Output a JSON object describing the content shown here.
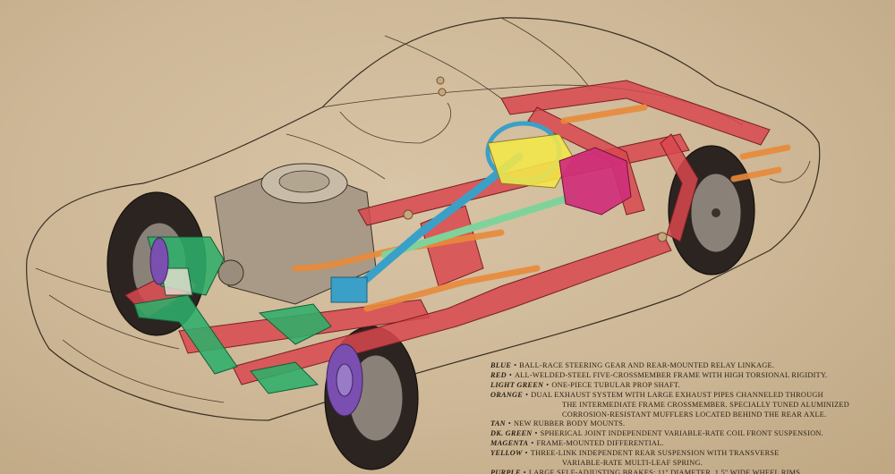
{
  "palette": {
    "background": "#cdb796",
    "line": "#3a2f24",
    "blue": "#3aa0c8",
    "red": "#d8484e",
    "light_green": "#7fd39a",
    "orange": "#e88a3a",
    "tan": "#c9a77c",
    "dark_green": "#2fae6a",
    "magenta": "#cf2f7a",
    "yellow": "#f2e64a",
    "purple": "#7a4fb0"
  },
  "legend": [
    {
      "key": "BLUE",
      "lines": [
        "BALL-RACE STEERING GEAR AND REAR-MOUNTED RELAY LINKAGE."
      ]
    },
    {
      "key": "RED",
      "lines": [
        "ALL-WELDED-STEEL FIVE-CROSSMEMBER FRAME WITH HIGH TORSIONAL RIGIDITY."
      ]
    },
    {
      "key": "LIGHT GREEN",
      "lines": [
        "ONE-PIECE TUBULAR PROP SHAFT."
      ]
    },
    {
      "key": "ORANGE",
      "lines": [
        "DUAL EXHAUST SYSTEM WITH LARGE EXHAUST PIPES CHANNELED THROUGH",
        "THE INTERMEDIATE FRAME CROSSMEMBER. SPECIALLY TUNED ALUMINIZED",
        "CORROSION-RESISTANT MUFFLERS LOCATED BEHIND THE REAR AXLE."
      ]
    },
    {
      "key": "TAN",
      "lines": [
        "NEW RUBBER BODY MOUNTS."
      ]
    },
    {
      "key": "DK. GREEN",
      "lines": [
        "SPHERICAL JOINT INDEPENDENT VARIABLE-RATE COIL FRONT SUSPENSION."
      ]
    },
    {
      "key": "MAGENTA",
      "lines": [
        "FRAME-MOUNTED DIFFERENTIAL."
      ]
    },
    {
      "key": "YELLOW",
      "lines": [
        "THREE-LINK INDEPENDENT REAR SUSPENSION WITH TRANSVERSE",
        "VARIABLE-RATE MULTI-LEAF SPRING."
      ]
    },
    {
      "key": "PURPLE",
      "lines": [
        "LARGE SELF-ADJUSTING BRAKES; 11\" DIAMETER, 1.5\" WIDE WHEEL RIMS."
      ]
    }
  ]
}
